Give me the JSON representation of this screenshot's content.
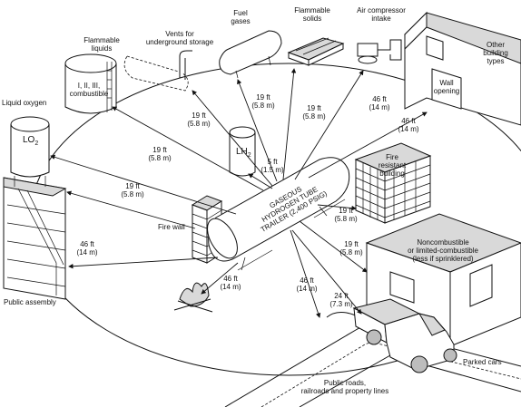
{
  "labels": {
    "liquid_oxygen": "Liquid oxygen",
    "lo2": "LO",
    "lo2_sub": "2",
    "flammable_liquids_1": "Flammable",
    "flammable_liquids_2": "liquids",
    "flammable_liquids_class_1": "I, II, III,",
    "flammable_liquids_class_2": "combustible",
    "vents_1": "Vents for",
    "vents_2": "underground storage",
    "fuel_gases_1": "Fuel",
    "fuel_gases_2": "gases",
    "flammable_solids_1": "Flammable",
    "flammable_solids_2": "solids",
    "air_intake_1": "Air compressor",
    "air_intake_2": "intake",
    "other_buildings_1": "Other",
    "other_buildings_2": "building",
    "other_buildings_3": "types",
    "wall_opening_1": "Wall",
    "wall_opening_2": "opening",
    "lh2": "LH",
    "lh2_sub": "2",
    "fire_resistant_1": "Fire",
    "fire_resistant_2": "resistant",
    "fire_resistant_3": "building",
    "trailer_1": "GASEOUS",
    "trailer_2": "HYDROGEN TUBE",
    "trailer_3": "TRAILER (2,400 PSIG)",
    "fire_wall": "Fire wall",
    "noncombustible_1": "Noncombustible",
    "noncombustible_2": "or limited-combustible",
    "noncombustible_3": "(less if sprinklered)",
    "public_assembly": "Public assembly",
    "parked_cars": "Parked cars",
    "roads_1": "Public roads,",
    "roads_2": "railroads and property lines"
  },
  "distances": {
    "vents_ft": "19 ft",
    "vents_m": "(5.8 m)",
    "fuel_ft": "19 ft",
    "fuel_m": "(5.8 m)",
    "solids_ft": "19 ft",
    "solids_m": "(5.8 m)",
    "intake_ft": "46 ft",
    "intake_m": "(14 m)",
    "wall_ft": "46 ft",
    "wall_m": "(14 m)",
    "liquids_ft": "19 ft",
    "liquids_m": "(5.8 m)",
    "lh2_ft": "5 ft",
    "lh2_m": "(1.5 m)",
    "lo2_ft": "19 ft",
    "lo2_m": "(5.8 m)",
    "fireres_ft": "19 ft",
    "fireres_m": "(5.8 m)",
    "noncomb_ft": "19 ft",
    "noncomb_m": "(5.8 m)",
    "assembly_ft": "46 ft",
    "assembly_m": "(14 m)",
    "open_fire_ft": "46 ft",
    "open_fire_m": "(14 m)",
    "roads_ft": "46 ft",
    "roads_m": "(14 m)",
    "cars_ft": "24 ft",
    "cars_m": "(7.3 m)"
  }
}
